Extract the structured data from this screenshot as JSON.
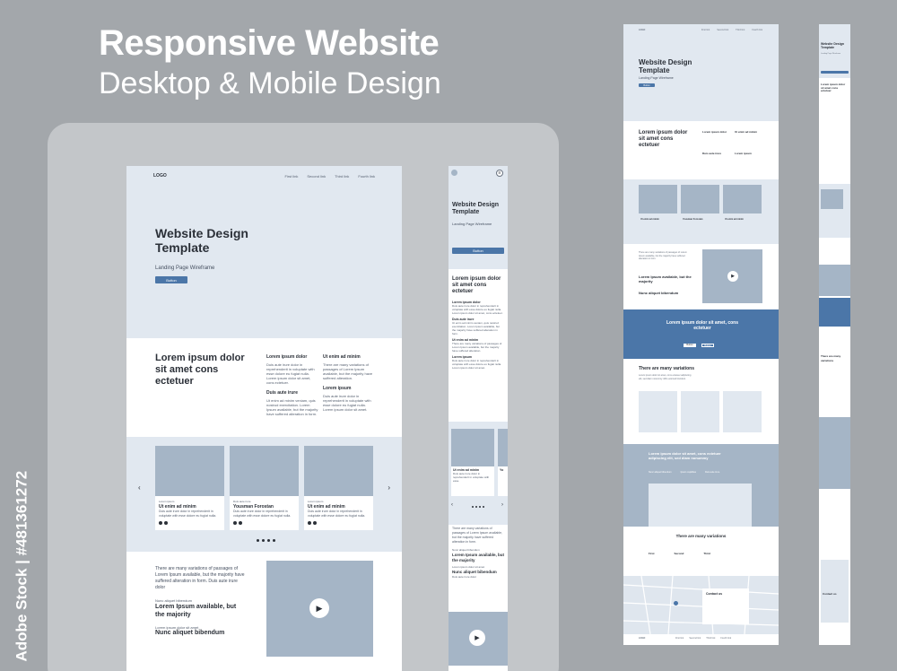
{
  "header": {
    "title": "Responsive Website",
    "subtitle": "Desktop & Mobile Design"
  },
  "stock": {
    "side_label": "Adobe Stock | #481361272"
  },
  "desktop": {
    "logo": "LOGO",
    "nav_links": [
      "First link",
      "Second link",
      "Third link",
      "Fourth link"
    ],
    "hero_title": "Website Design Template",
    "hero_sub": "Landing Page Wireframe",
    "hero_button": "Button",
    "lead": "Lorem ipsum dolor sit amet cons ectetuer",
    "col1_h1": "Lorem ipsum dolor",
    "col1_p1": "Duis aute irure dolor in reprehenderit in voluptate with esse dolore eu fugiat nulla. Lorem ipsum dolor sit amet, cons ectetuer.",
    "col1_h2": "Duis aute irure",
    "col1_p2": "Ut enim ad minim veniam, quis nostrud exercitation. Lorem Ipsum available, but the majority have suffered alteration in form.",
    "col2_h1": "Ut enim ad minim",
    "col2_p1": "There are many variations of passages of Lorem Ipsum available, but the majority have suffered alteration.",
    "col2_h2": "Lorem ipsum",
    "col2_p2": "Duis aute irure dolor in reprehenderit in voluptate with esse dolore eu fugiat nulla. Lorem ipsum dolor sit amet.",
    "cards": [
      {
        "kicker": "Lorem ipsum",
        "title": "Ut enim ad minim",
        "text": "Duis aute irure dolor in reprehenderit in voluptate with esse dolore eu fugiat nulla."
      },
      {
        "kicker": "Duis aute irure",
        "title": "Yousman Forostan",
        "text": "Duis aute irure dolor in reprehenderit in voluptate with esse dolore eu fugiat nulla."
      },
      {
        "kicker": "Lorem ipsum",
        "title": "Ut enim ad minim",
        "text": "Duis aute irure dolor in reprehenderit in voluptate with esse dolore eu fugiat nulla."
      }
    ],
    "video_intro": "There are many variations of passages of Lorem Ipsum available, but the majority have suffered alteration in form. Duis aute irure dolor",
    "video_kicker": "Nunc aliquet bibendum",
    "video_h1": "Lorem Ipsum available, but the majority",
    "video_small": "Lorem ipsum dolor sit amet",
    "video_h2": "Nunc aliquet bibendum"
  },
  "mobile": {
    "hero_title": "Website Design Template",
    "hero_sub": "Landing Page Wireframe",
    "button": "Button",
    "lead": "Lorem ipsum dolor sit amet cons ectetuer",
    "h1": "Lorem ipsum dolor",
    "p1": "Duis aute irure dolor in reprehenderit in voluptate with esse dolore eu fugiat nulla. Lorem ipsum dolor sit amet, cons ectetuer.",
    "h2": "Duis aute irure",
    "p2": "Ut enim ad minim veniam, quis nostrud exercitation. Lorem Ipsum available, but the majority have suffered alteration in form.",
    "h3": "Ut enim ad minim",
    "p3": "There are many variations of passages of Lorem Ipsum available, but the majority have suffered alteration.",
    "h4": "Lorem ipsum",
    "p4": "Duis aute irure dolor in reprehenderit in voluptate with esse dolore eu fugiat nulla. Lorem ipsum dolor sit amet.",
    "card_title": "Ut enim ad minim",
    "card_text": "Duis aute irure dolor in reprehenderit in voluptate with esse.",
    "card2_title": "Yo",
    "intro": "There are many variations of passages of Lorem Ipsum available, but the majority have suffered alteration in form.",
    "kicker": "Nunc aliquet bibendum",
    "h5": "Lorem Ipsum available, but the majority",
    "small": "Lorem ipsum dolor sit amet",
    "h6": "Nunc aliquet bibendum",
    "small2": "Duis aute irure dolor"
  },
  "page2": {
    "logo": "LOGO",
    "nav": [
      "First link",
      "Second link",
      "Third link",
      "Fourth link"
    ],
    "hero_title": "Website Design Template",
    "hero_sub": "Landing Page Wireframe",
    "button": "Button",
    "lead": "Lorem ipsum dolor sit amet cons ectetuer",
    "h1": "Lorem ipsum dolor",
    "h2": "Ut enim ad minim",
    "h3": "Duis aute irure",
    "h4": "Lorem ipsum",
    "cards": [
      "Ut enim ad minim",
      "Yousman Forostan",
      "Ut enim ad minim"
    ],
    "video_intro": "There are many variations of passages of Lorem Ipsum available, but the majority have suffered alteration in form.",
    "video_h1": "Lorem Ipsum available, but the majority",
    "video_h2": "Nunc aliquet bibendum",
    "band_title": "Lorem ipsum dolor sit amet, cons ectetuer",
    "band_btn1": "Button",
    "band_btn2": "Button",
    "variations_title": "There are many variations",
    "variations_text": "Lorem ipsum dolor sit amet, cons ectetuer adipiscing elit, sed diam nonummy nibh euismod tincidunt.",
    "grey_title": "Lorem ipsum dolor sit amet, cons ectetuer adipiscing elit, sed diam nonummy",
    "grey_cols": [
      "Nunc aliquet bibendum",
      "Ipsum cupiditas",
      "Duis aute irure"
    ],
    "pricing_title": "There are many variations",
    "pricing": [
      "First",
      "Second",
      "Third"
    ],
    "contact_title": "Contact us",
    "footer_logo": "LOGO",
    "footer_links": [
      "First link",
      "Second link",
      "Third link",
      "Fourth link"
    ]
  },
  "page3": {
    "hero_title": "Website Design Template",
    "hero_sub": "Landing Page Wireframe",
    "lead": "Lorem ipsum dolor sit amet cons ectetuer",
    "variations_title": "There are many variations",
    "contact_title": "Contact us"
  }
}
